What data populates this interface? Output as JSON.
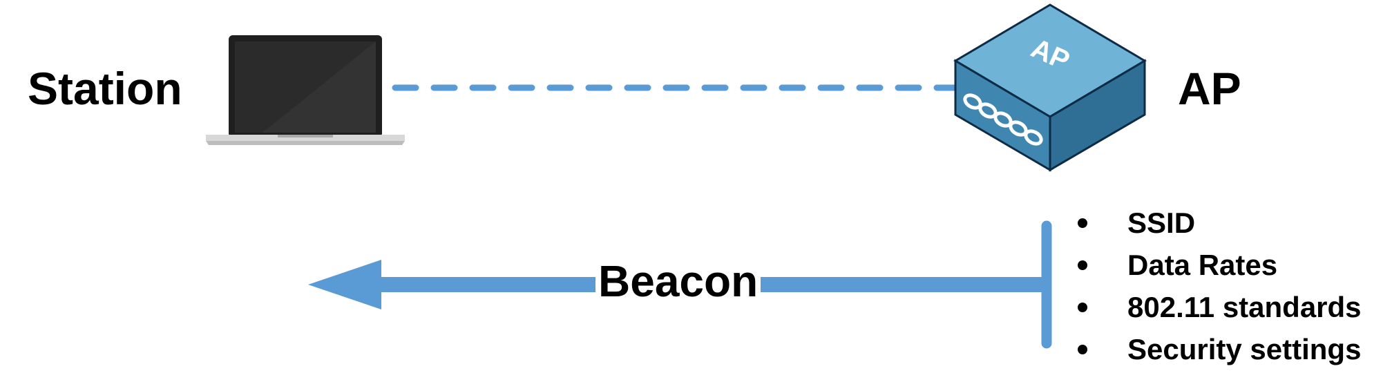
{
  "station": {
    "label": "Station"
  },
  "access_point": {
    "label": "AP",
    "box_text": "AP"
  },
  "beacon": {
    "label": "Beacon"
  },
  "beacon_contents": [
    {
      "text": "SSID"
    },
    {
      "text": "Data Rates"
    },
    {
      "text": "802.11 standards"
    },
    {
      "text": "Security settings"
    }
  ],
  "colors": {
    "link": "#5b9bd5",
    "ap_top": "#6fb3d6",
    "ap_front": "#3f86b0",
    "ap_side": "#2f6f96",
    "laptop": "#1f1f1f"
  }
}
